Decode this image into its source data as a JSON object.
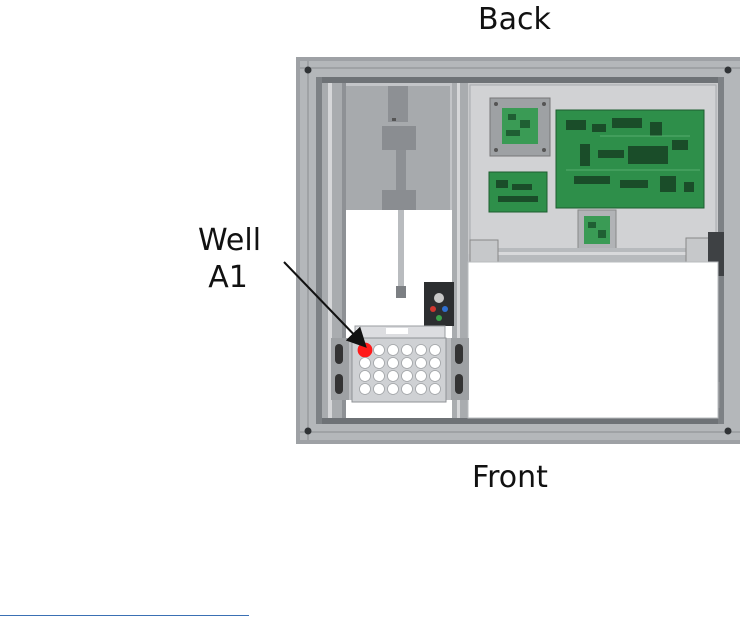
{
  "labels": {
    "back": "Back",
    "front": "Front",
    "well_line1": "Well",
    "well_line2": "A1"
  },
  "colors": {
    "frame": "#b9bcc0",
    "frame_dark": "#6e7276",
    "panel": "#cfd0d2",
    "pcb": "#2e8f4a",
    "well_highlight": "#ff1a1a",
    "footnote_rule": "#3a70b4"
  },
  "well_plate": {
    "rows": 4,
    "columns": 6,
    "highlighted_well": "A1"
  }
}
